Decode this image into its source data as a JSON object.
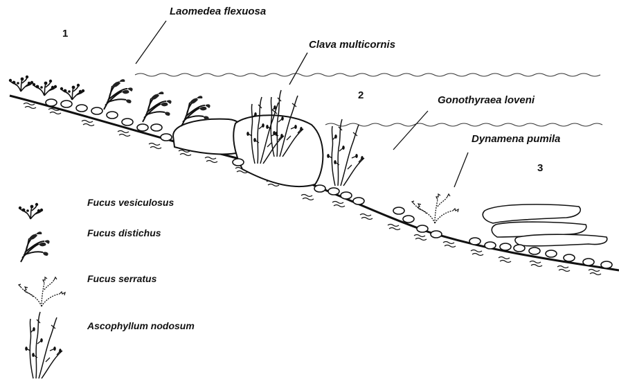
{
  "species_labels": {
    "laomedea": "Laomedea flexuosa",
    "clava": "Clava multicornis",
    "gonothyraea": "Gonothyraea loveni",
    "dynamena": "Dynamena pumila"
  },
  "zones": {
    "z1": "1",
    "z2": "2",
    "z3": "3"
  },
  "legend": [
    {
      "label": "Fucus vesiculosus",
      "icon": "fucus-vesiculosus-icon"
    },
    {
      "label": "Fucus distichus",
      "icon": "fucus-distichus-icon"
    },
    {
      "label": "Fucus serratus",
      "icon": "fucus-serratus-icon"
    },
    {
      "label": "Ascophyllum nodosum",
      "icon": "ascophyllum-nodosum-icon"
    }
  ],
  "colors": {
    "ink": "#111111",
    "background": "#ffffff"
  }
}
